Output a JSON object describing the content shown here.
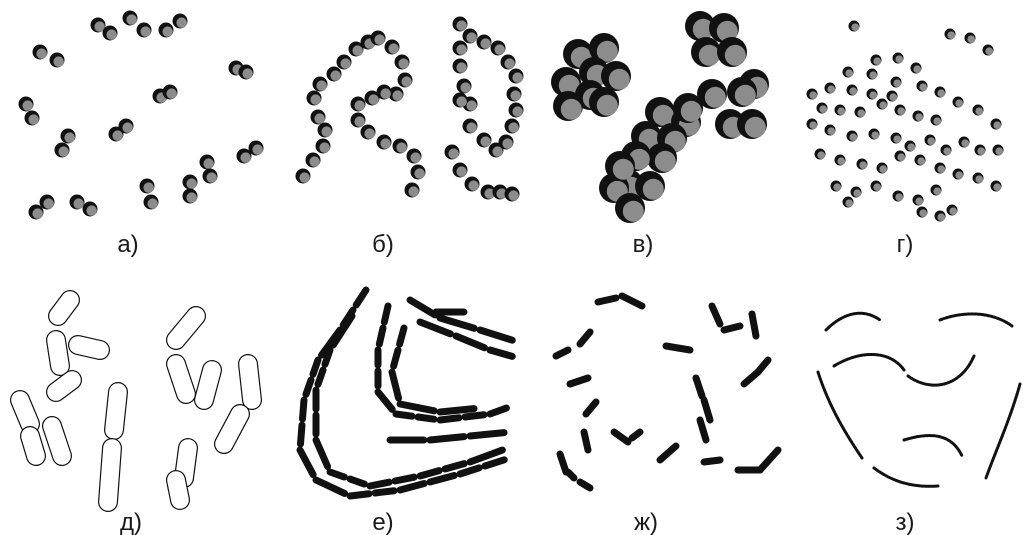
{
  "colors": {
    "ink": "#111111",
    "cell_fill": "#8c8c8c",
    "paper": "#ffffff"
  },
  "panels": [
    {
      "id": "a",
      "label": "а)",
      "form": "diplococci"
    },
    {
      "id": "b",
      "label": "б)",
      "form": "streptococci"
    },
    {
      "id": "c",
      "label": "в)",
      "form": "staphylococci"
    },
    {
      "id": "d",
      "label": "г)",
      "form": "micrococci"
    },
    {
      "id": "e",
      "label": "д)",
      "form": "rods"
    },
    {
      "id": "f",
      "label": "е)",
      "form": "streptobacilli"
    },
    {
      "id": "g",
      "label": "ж)",
      "form": "short bent rods"
    },
    {
      "id": "h",
      "label": "з)",
      "form": "spirochetes"
    }
  ]
}
